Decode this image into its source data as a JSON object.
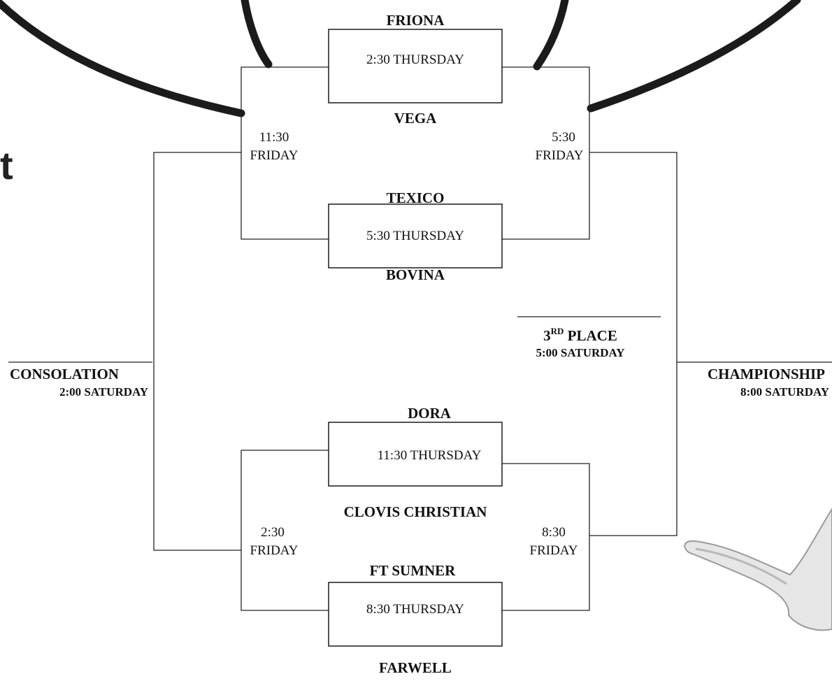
{
  "partial_heading": "t",
  "games": {
    "g1": {
      "top_team": "FRIONA",
      "bottom_team": "VEGA",
      "time": "2:30  THURSDAY"
    },
    "g2": {
      "top_team": "TEXICO",
      "bottom_team": "BOVINA",
      "time": "5:30 THURSDAY"
    },
    "g3": {
      "top_team": "DORA",
      "bottom_team": "CLOVIS CHRISTIAN",
      "time": "11:30 THURSDAY"
    },
    "g4": {
      "top_team": "FT SUMNER",
      "bottom_team": "FARWELL",
      "time": "8:30 THURSDAY"
    }
  },
  "semis": {
    "consol_top": {
      "time": "11:30",
      "day": "FRIDAY"
    },
    "winners_top": {
      "time": "5:30",
      "day": "FRIDAY"
    },
    "consol_bottom": {
      "time": "2:30",
      "day": "FRIDAY"
    },
    "winners_bottom": {
      "time": "8:30",
      "day": "FRIDAY"
    }
  },
  "finals": {
    "consolation": {
      "title": "CONSOLATION",
      "time": "2:00 SATURDAY"
    },
    "third_place": {
      "title_base": "3",
      "title_sup": "RD",
      "title_rest": " PLACE",
      "time": "5:00 SATURDAY"
    },
    "championship": {
      "title": "CHAMPIONSHIP",
      "time": "8:00 SATURDAY"
    }
  }
}
